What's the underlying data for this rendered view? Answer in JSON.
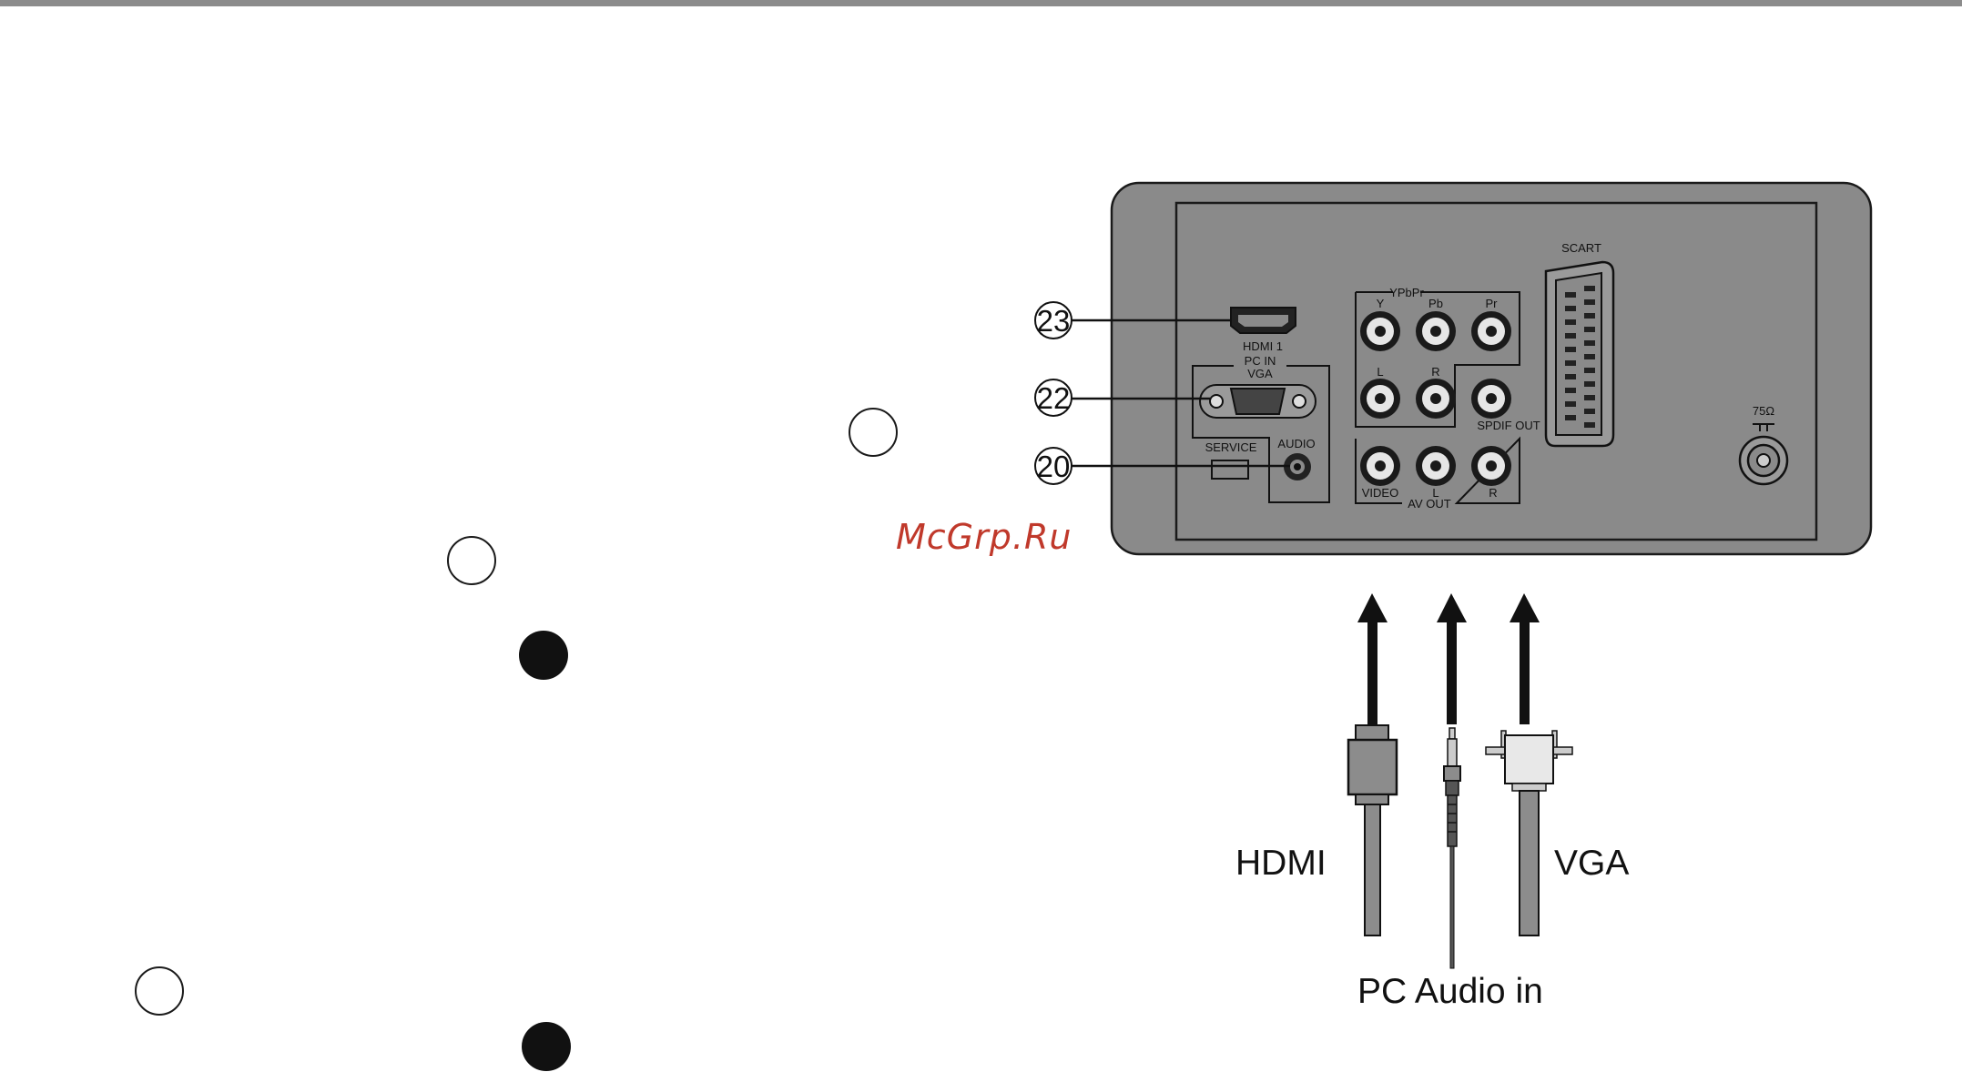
{
  "panel": {
    "scart": "SCART",
    "ypbpr": "YPbPr",
    "y": "Y",
    "pb": "Pb",
    "pr": "Pr",
    "l_top": "L",
    "r_top": "R",
    "spdif": "SPDIF OUT",
    "hdmi1": "HDMI 1",
    "pcin": "PC IN",
    "vga": "VGA",
    "service": "SERVICE",
    "audio": "AUDIO",
    "video": "VIDEO",
    "l_bottom": "L",
    "r_bottom": "R",
    "avout": "AV OUT",
    "ohm": "75Ω"
  },
  "callouts": {
    "c23": "23",
    "c22": "22",
    "c20": "20"
  },
  "cables": {
    "hdmi": "HDMI",
    "vga": "VGA",
    "pc_audio": "PC Audio in"
  },
  "watermark": "McGrp.Ru",
  "colors": {
    "panel": "#8a8a8a",
    "outline": "#1a1a1a",
    "cable": "#8c8c8c",
    "watermark": "#c0392b"
  }
}
